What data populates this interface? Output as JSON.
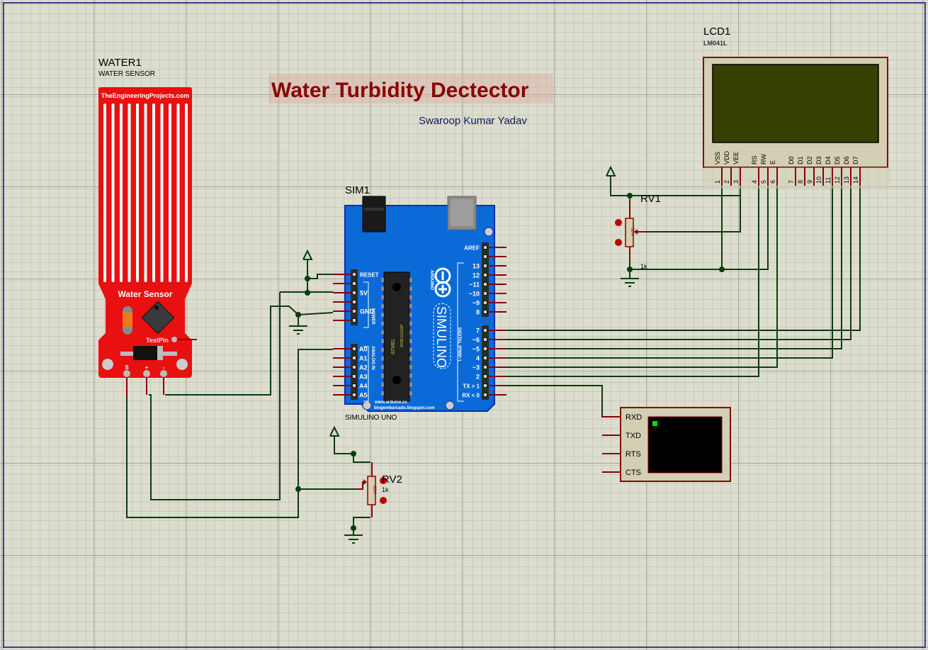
{
  "title": {
    "text": "Water Turbidity Dectector",
    "author": "Swaroop Kumar Yadav",
    "color": "#8b0000",
    "author_color": "#0a1a5a"
  },
  "water_sensor": {
    "ref": "WATER1",
    "type": "WATER SENSOR",
    "brand": "TheEngineeringProjects.com",
    "label": "Water Sensor",
    "test_pin": "TestPin",
    "pins": [
      "S",
      "+",
      "-"
    ],
    "color": "#e81010"
  },
  "arduino": {
    "ref": "SIM1",
    "model": "SIMULINO UNO",
    "logo_text": "ARDUINO",
    "brand": "SIMULINO",
    "chip_maker": "ATMEL",
    "chip_model": "ATMEGA328P",
    "url1": "www.arduino.cc",
    "url2": "blogembarcado.blogspot.com",
    "power_label": "POWER",
    "analog_label": "ANALOG IN",
    "digital_label": "DIGITAL (PWM~)",
    "power_pins": [
      "RESET",
      "",
      "5V",
      "",
      "GND",
      ""
    ],
    "analog_pins": [
      "A0",
      "A1",
      "A2",
      "A3",
      "A4",
      "A5"
    ],
    "digital_top": [
      "AREF",
      "",
      "13",
      "12",
      "~11",
      "~10",
      "~9",
      "8"
    ],
    "digital_bottom": [
      "7",
      "~6",
      "~5",
      "4",
      "~3",
      "2",
      "TX > 1",
      "RX < 0"
    ],
    "color": "#0a6ad8"
  },
  "lcd": {
    "ref": "LCD1",
    "model": "LM041L",
    "pin_names": [
      "VSS",
      "VDD",
      "VEE",
      "RS",
      "RW",
      "E",
      "D0",
      "D1",
      "D2",
      "D3",
      "D4",
      "D5",
      "D6",
      "D7"
    ],
    "pin_numbers": [
      "1",
      "2",
      "3",
      "4",
      "5",
      "6",
      "7",
      "8",
      "9",
      "10",
      "11",
      "12",
      "13",
      "14"
    ],
    "screen_color": "#384000"
  },
  "rv1": {
    "ref": "RV1",
    "value": "1k",
    "percent": "52%"
  },
  "rv2": {
    "ref": "RV2",
    "value": "1k",
    "percent": "83%"
  },
  "terminal": {
    "pins": [
      "RXD",
      "TXD",
      "RTS",
      "CTS"
    ],
    "cursor_color": "#00e000"
  },
  "icons": {
    "power_terminal": "power-arrow-icon",
    "ground": "ground-icon",
    "pot_up": "increment-icon",
    "pot_down": "decrement-icon"
  }
}
